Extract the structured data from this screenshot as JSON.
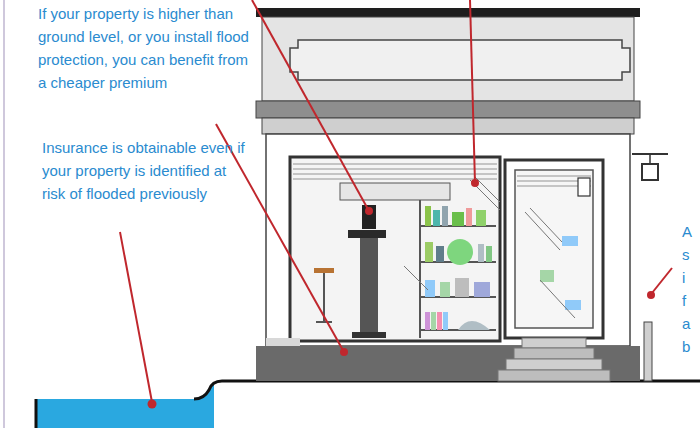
{
  "diagram": {
    "labels": [
      "If your property is higher than ground level, or you install flood protection, you can benefit from a cheaper premium",
      "Insurance is obtainable even if your property is identified at risk of flooded previously",
      "A s i f a b"
    ]
  }
}
